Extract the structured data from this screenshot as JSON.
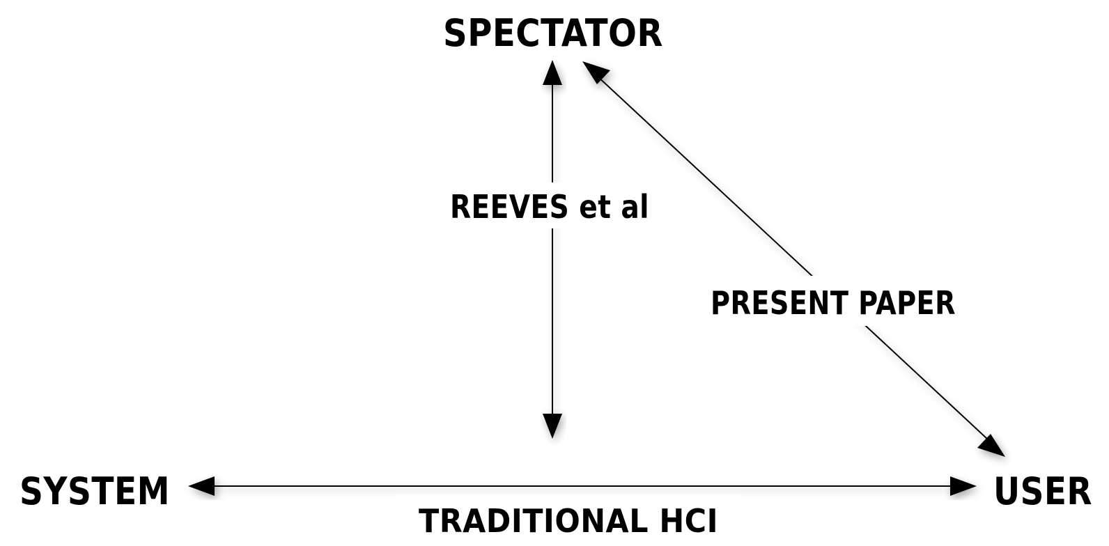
{
  "nodes": {
    "spectator": "SPECTATOR",
    "system": "SYSTEM",
    "user": "USER"
  },
  "edges": {
    "reeves": "REEVES et al",
    "present_paper": "PRESENT PAPER",
    "traditional_hci": "TRADITIONAL HCI"
  },
  "colors": {
    "ink": "#000000",
    "background": "#ffffff"
  }
}
